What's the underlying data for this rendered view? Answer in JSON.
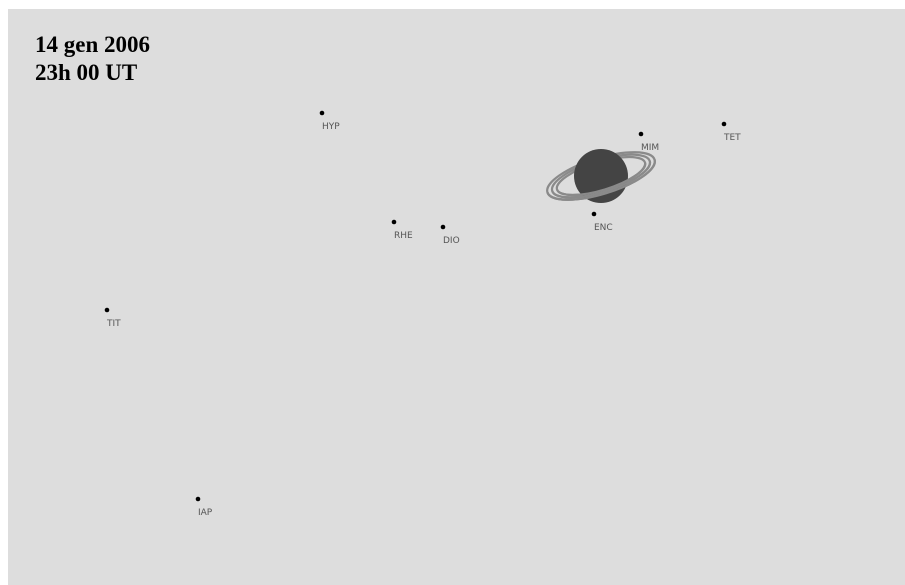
{
  "header": {
    "date": "14 gen 2006",
    "time": "23h 00 UT"
  },
  "colors": {
    "background": "#dddddd",
    "planet": "#444444",
    "rings": "#8a8a8a",
    "moon_dot": "#000000",
    "label": "#555555"
  },
  "planet": {
    "name": "saturn",
    "icon": "saturn-with-rings"
  },
  "moons": [
    {
      "id": "hyp",
      "label": "HYP"
    },
    {
      "id": "mim",
      "label": "MIM"
    },
    {
      "id": "tet",
      "label": "TET"
    },
    {
      "id": "rhe",
      "label": "RHE"
    },
    {
      "id": "dio",
      "label": "DIO"
    },
    {
      "id": "enc",
      "label": "ENC"
    },
    {
      "id": "tit",
      "label": "TIT"
    },
    {
      "id": "iap",
      "label": "IAP"
    }
  ]
}
